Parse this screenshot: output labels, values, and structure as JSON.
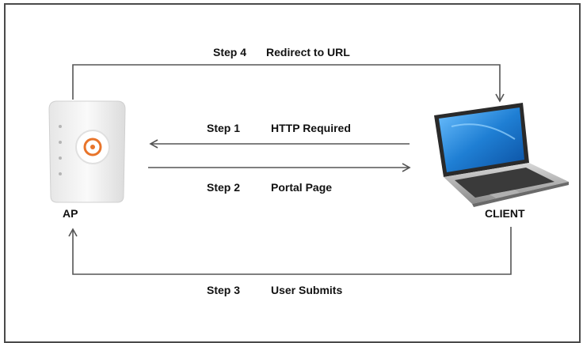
{
  "nodes": {
    "ap": {
      "label": "AP"
    },
    "client": {
      "label": "CLIENT"
    }
  },
  "steps": [
    {
      "number": "Step 1",
      "text": "HTTP Required"
    },
    {
      "number": "Step 2",
      "text": "Portal Page"
    },
    {
      "number": "Step 3",
      "text": "User Submits"
    },
    {
      "number": "Step 4",
      "text": "Redirect to URL"
    }
  ],
  "colors": {
    "line": "#555555",
    "frame": "#4a4a4a",
    "device_body": "#f2f2f2",
    "logo_accent": "#e8742a",
    "screen_blue": "#1f7fd4"
  }
}
